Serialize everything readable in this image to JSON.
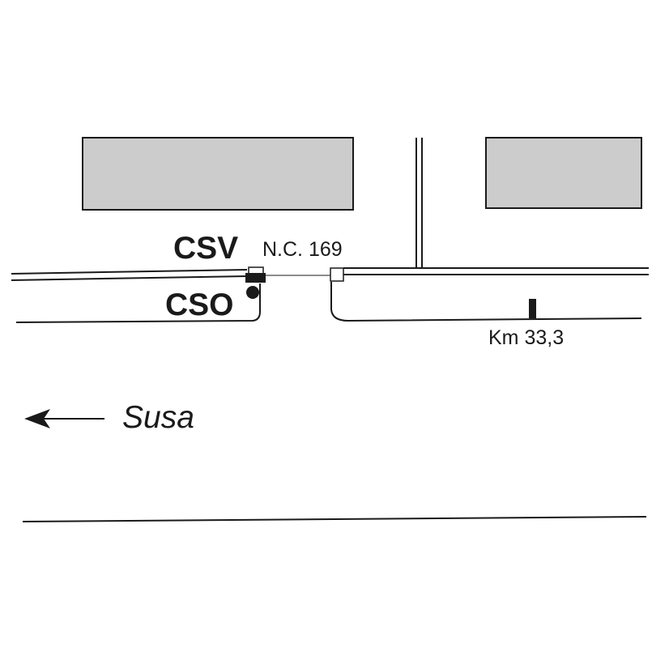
{
  "labels": {
    "csv": "CSV",
    "cso": "CSO",
    "house_number": "N.C. 169",
    "km_marker": "Km 33,3",
    "direction": "Susa"
  },
  "colors": {
    "building_fill": "#cccccc",
    "line": "#1a1a1a",
    "background": "#ffffff"
  },
  "icons": {
    "direction_arrow": "arrow-left-icon",
    "csv_marker": "filled-rectangle",
    "cso_marker": "filled-circle"
  }
}
